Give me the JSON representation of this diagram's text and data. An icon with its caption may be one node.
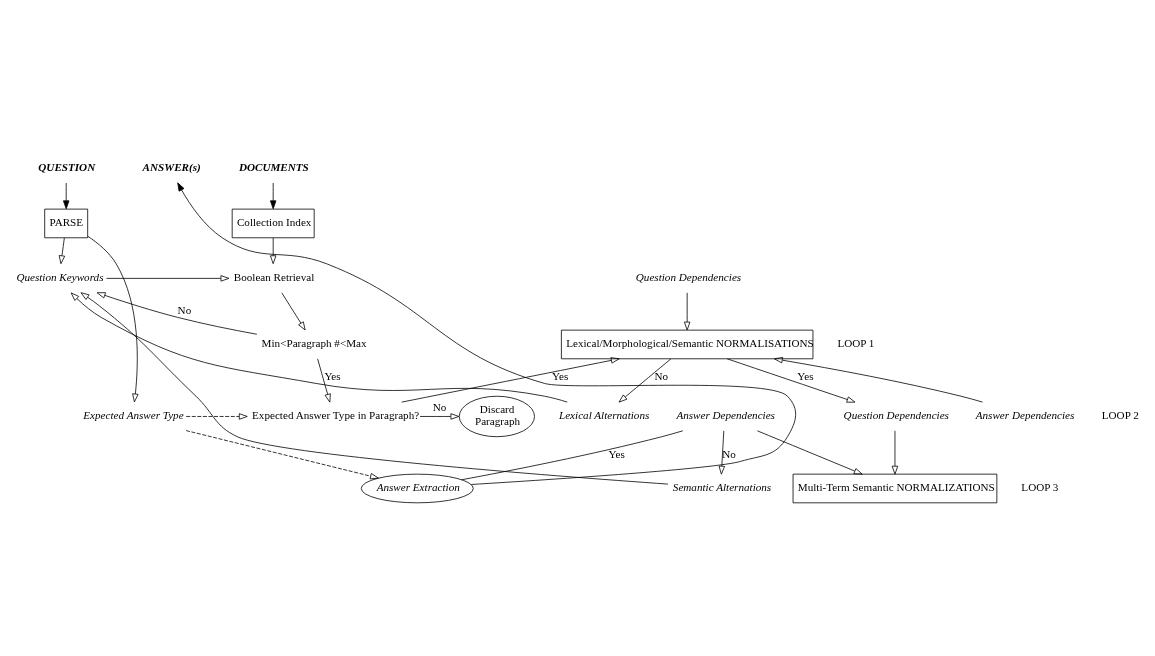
{
  "diagram": {
    "nodes": [
      {
        "text": [
          "QUESTION"
        ]
      },
      {
        "text": [
          "DOCUMENTS"
        ]
      },
      {
        "text": [
          "ANSWER(s)"
        ]
      },
      {
        "text": [
          "PARSE"
        ]
      },
      {
        "text": [
          "Collection Index"
        ]
      },
      {
        "text": [
          "Question Keywords"
        ]
      },
      {
        "text": [
          "Boolean Retrieval"
        ]
      },
      {
        "text": [
          "Question Dependencies"
        ]
      },
      {
        "text": [
          "Lexical/Morphological/Semantic NORMALISATIONS"
        ]
      },
      {
        "text": [
          "Answer Dependencies"
        ]
      },
      {
        "text": [
          "Min<Paragraph #<Max"
        ]
      },
      {
        "text": [
          "Expected Answer Type"
        ]
      },
      {
        "text": [
          "Expected Answer Type in Paragraph?"
        ]
      },
      {
        "text": [
          "Discard Paragraph"
        ]
      },
      {
        "text": [
          "Lexical Alternations"
        ]
      },
      {
        "text": [
          "Question Dependencies"
        ]
      },
      {
        "text": [
          "Multi-Term Semantic NORMALIZATIONS"
        ]
      },
      {
        "text": [
          "Answer Dependencies"
        ]
      },
      {
        "text": [
          "Semantic Alternations"
        ]
      },
      {
        "text": [
          "Answer Extraction"
        ]
      }
    ],
    "edges": [
      {
        "from": 0,
        "to": 3,
        "arrow": "to"
      },
      {
        "from": 1,
        "to": 4,
        "arrow": "to"
      },
      {
        "from": 3,
        "to": 5,
        "arrow": "to"
      },
      {
        "from": 3,
        "to": 11,
        "arrow": "to"
      },
      {
        "from": 4,
        "to": 6,
        "arrow": "to"
      },
      {
        "from": 5,
        "to": 6,
        "arrow": "to"
      },
      {
        "from": 6,
        "to": 10,
        "arrow": "to"
      },
      {
        "from": 10,
        "to": 5,
        "label": "No",
        "arrow": "to"
      },
      {
        "from": 10,
        "to": 12,
        "label": "Yes",
        "arrow": "to"
      },
      {
        "from": 11,
        "to": 12,
        "arrow": "to",
        "style": "dashed"
      },
      {
        "from": 12,
        "to": 13,
        "label": "No",
        "arrow": "to"
      },
      {
        "from": 12,
        "to": 8,
        "label": "Yes",
        "arrow": "to"
      },
      {
        "from": 7,
        "to": 8,
        "arrow": "to"
      },
      {
        "from": 9,
        "to": 8,
        "arrow": "to"
      },
      {
        "from": 8,
        "to": 14,
        "label": "No",
        "arrow": "to"
      },
      {
        "from": 8,
        "to": 15,
        "label": "Yes",
        "arrow": "to"
      },
      {
        "from": 14,
        "to": 5,
        "arrow": "to"
      },
      {
        "from": 15,
        "to": 16,
        "arrow": "to"
      },
      {
        "from": 17,
        "to": 16,
        "arrow": "to"
      },
      {
        "from": 17,
        "to": 18,
        "label": "No",
        "arrow": "to"
      },
      {
        "from": 18,
        "to": 5,
        "arrow": "to"
      },
      {
        "from": 11,
        "to": 19,
        "arrow": "to",
        "style": "dashed"
      },
      {
        "from": 17,
        "to": 19,
        "label": "Yes",
        "arrow": "none"
      },
      {
        "from": 19,
        "to": 2,
        "arrow": "to"
      }
    ],
    "labels": [
      "LOOP 1",
      "LOOP 2",
      "LOOP 3"
    ]
  }
}
